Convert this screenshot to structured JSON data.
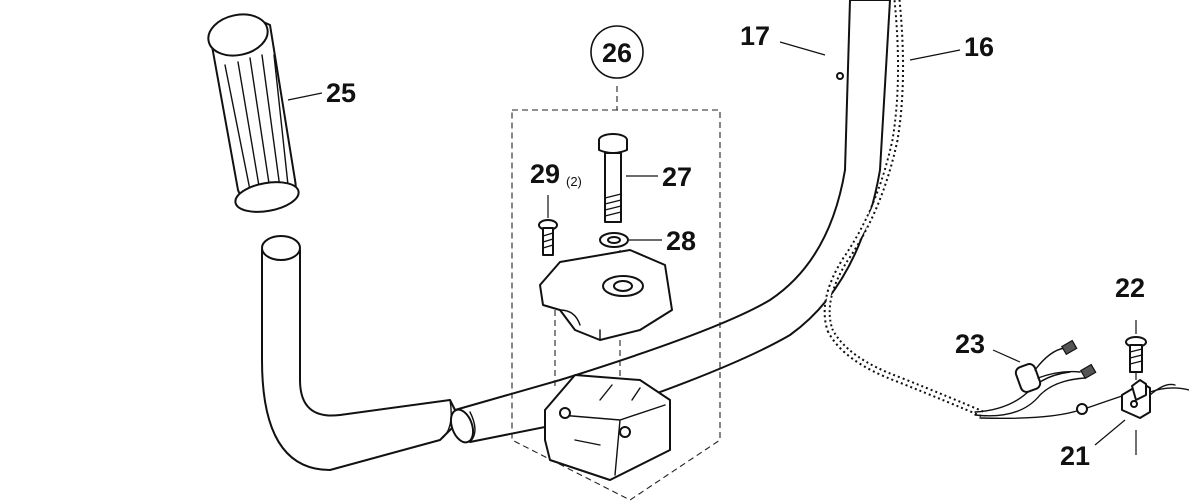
{
  "callouts": {
    "p16": "16",
    "p17": "17",
    "p21": "21",
    "p22": "22",
    "p23": "23",
    "p25": "25",
    "p26": "26",
    "p27": "27",
    "p28": "28",
    "p29": "29",
    "p29_qty": "(2)"
  },
  "colors": {
    "line": "#111111",
    "background": "#ffffff",
    "shade": "#555555"
  }
}
